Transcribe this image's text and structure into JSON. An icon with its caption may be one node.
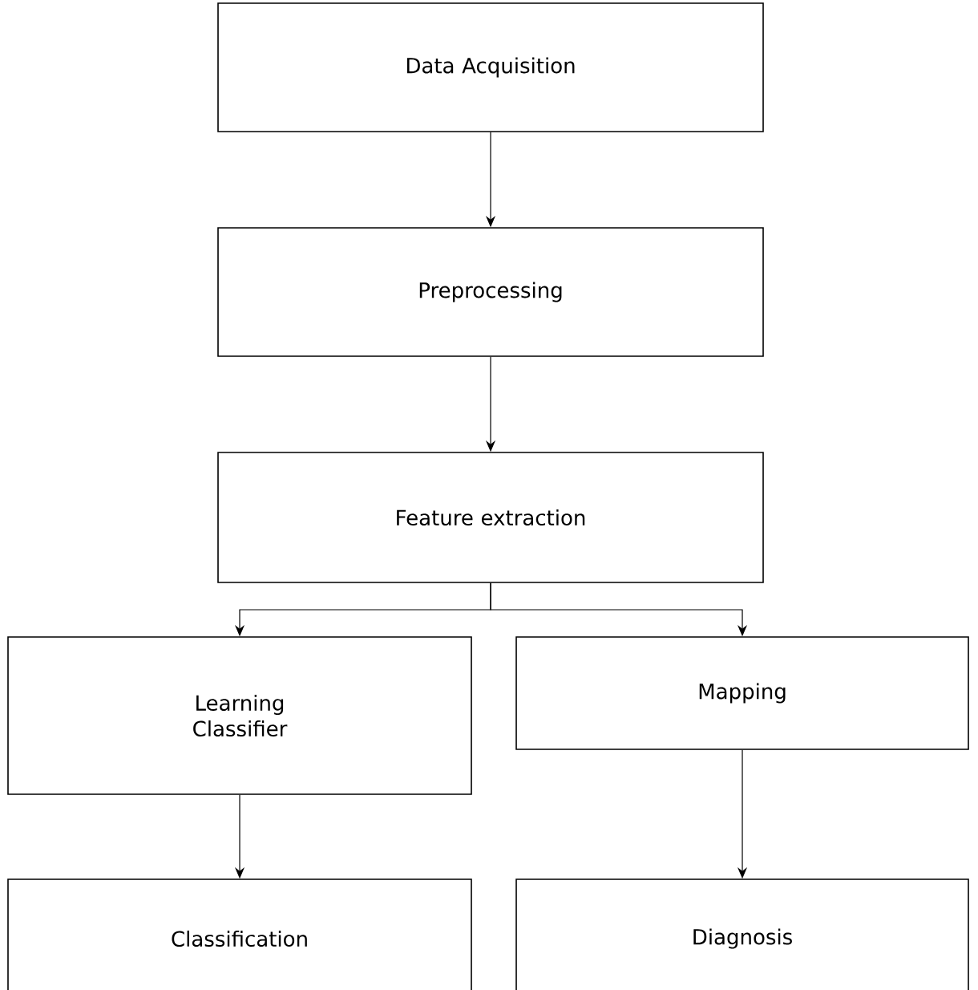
{
  "diagram": {
    "nodes": [
      {
        "text": [
          "Data Acquisition"
        ]
      },
      {
        "text": [
          "Preprocessing"
        ]
      },
      {
        "text": [
          "Feature extraction"
        ]
      },
      {
        "text": [
          "Learning Classifier"
        ]
      },
      {
        "text": [
          "Mapping"
        ]
      },
      {
        "text": [
          "Classification"
        ]
      },
      {
        "text": [
          "Diagnosis"
        ]
      }
    ],
    "edges": [
      {
        "from": 0,
        "to": 1,
        "arrow": "to"
      },
      {
        "from": 1,
        "to": 2,
        "arrow": "to"
      },
      {
        "from": 2,
        "to": 3,
        "arrow": "to"
      },
      {
        "from": 2,
        "to": 4,
        "arrow": "to"
      },
      {
        "from": 3,
        "to": 5,
        "arrow": "to"
      },
      {
        "from": 4,
        "to": 6,
        "arrow": "to"
      }
    ]
  }
}
